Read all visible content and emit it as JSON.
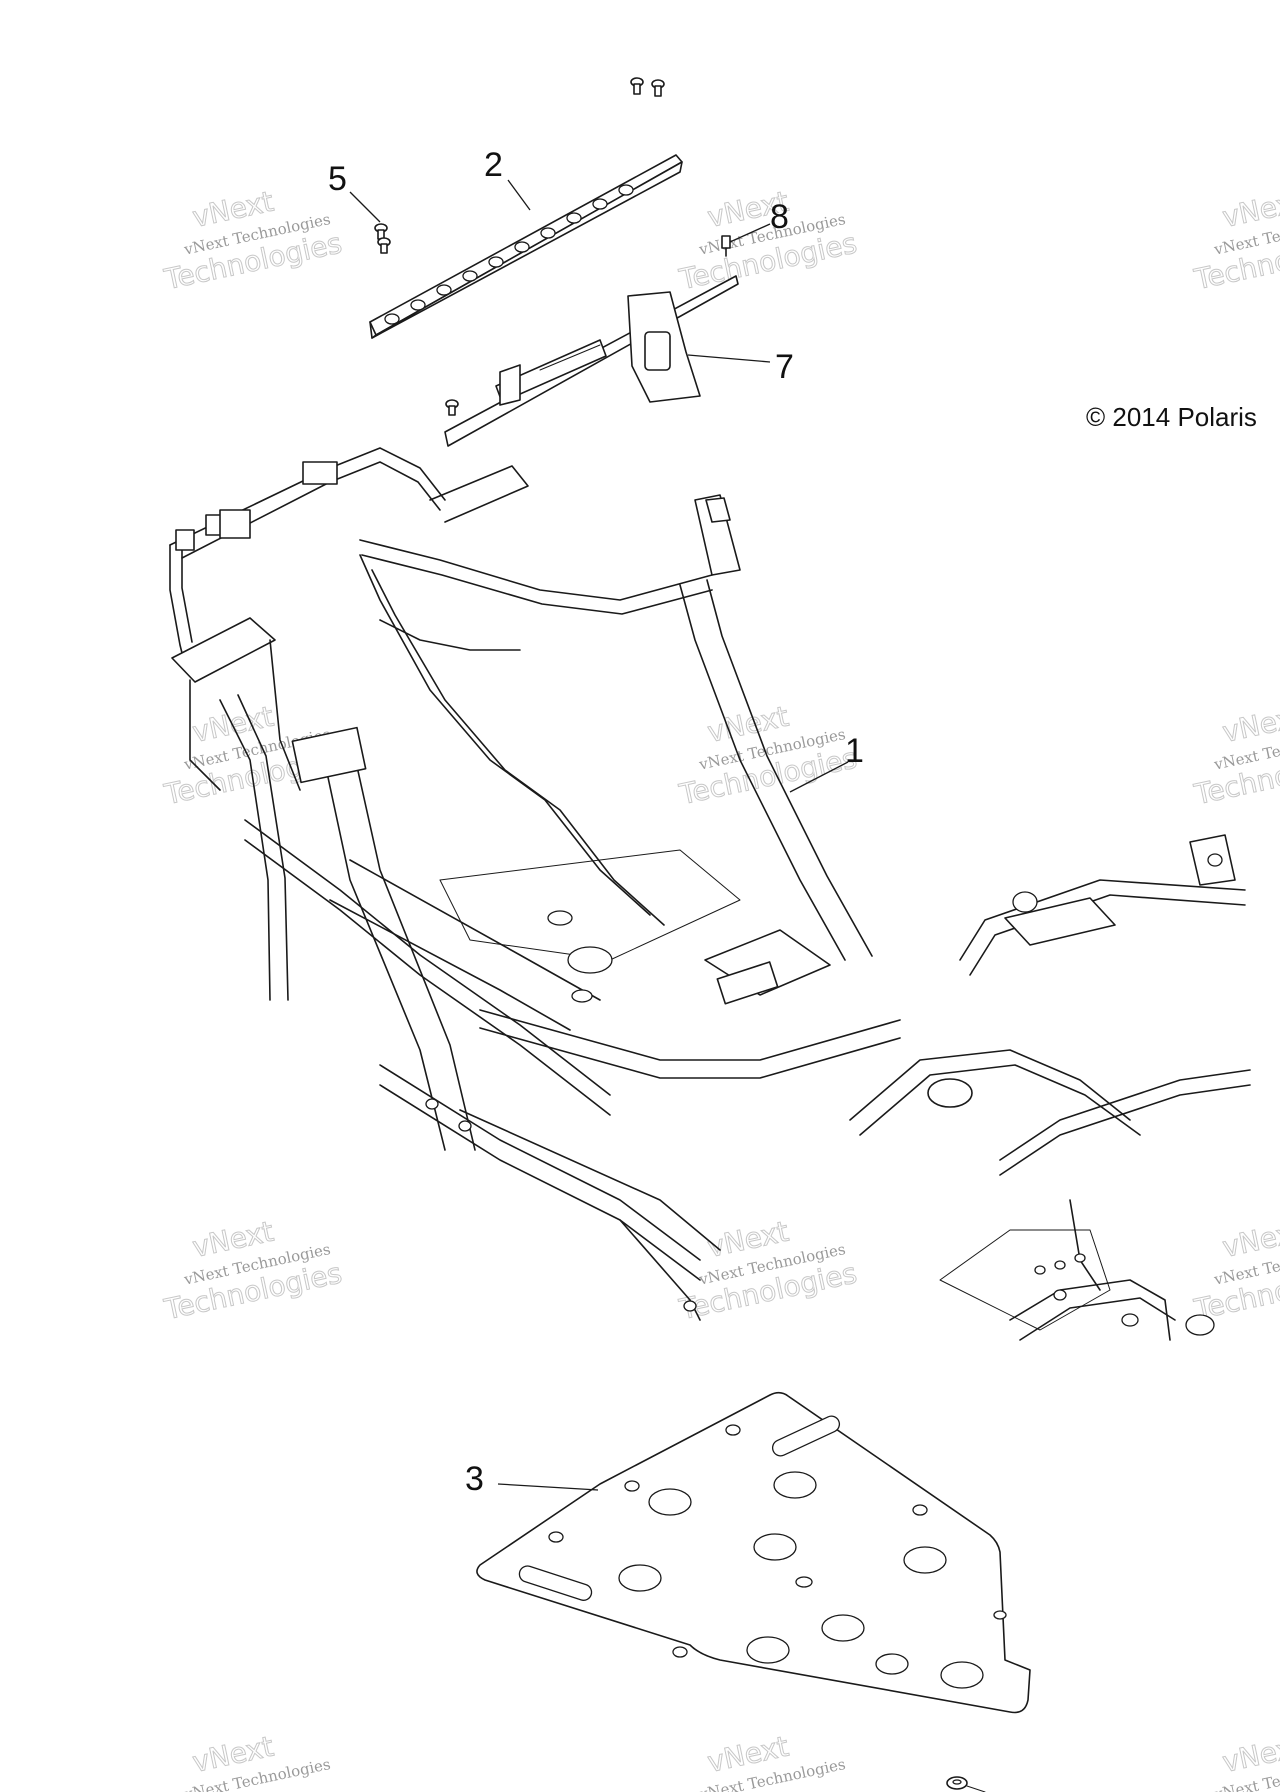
{
  "copyright": "© 2014 Polaris",
  "callouts": {
    "c1": "1",
    "c2": "2",
    "c3": "3",
    "c5": "5",
    "c7": "7",
    "c8": "8"
  },
  "watermark": {
    "line1": "vNext Technologies",
    "line2": "vNext",
    "line3": "Technologies"
  },
  "colors": {
    "ink": "#1a1a1a",
    "watermark": "#c8c8c8",
    "background": "#ffffff"
  }
}
